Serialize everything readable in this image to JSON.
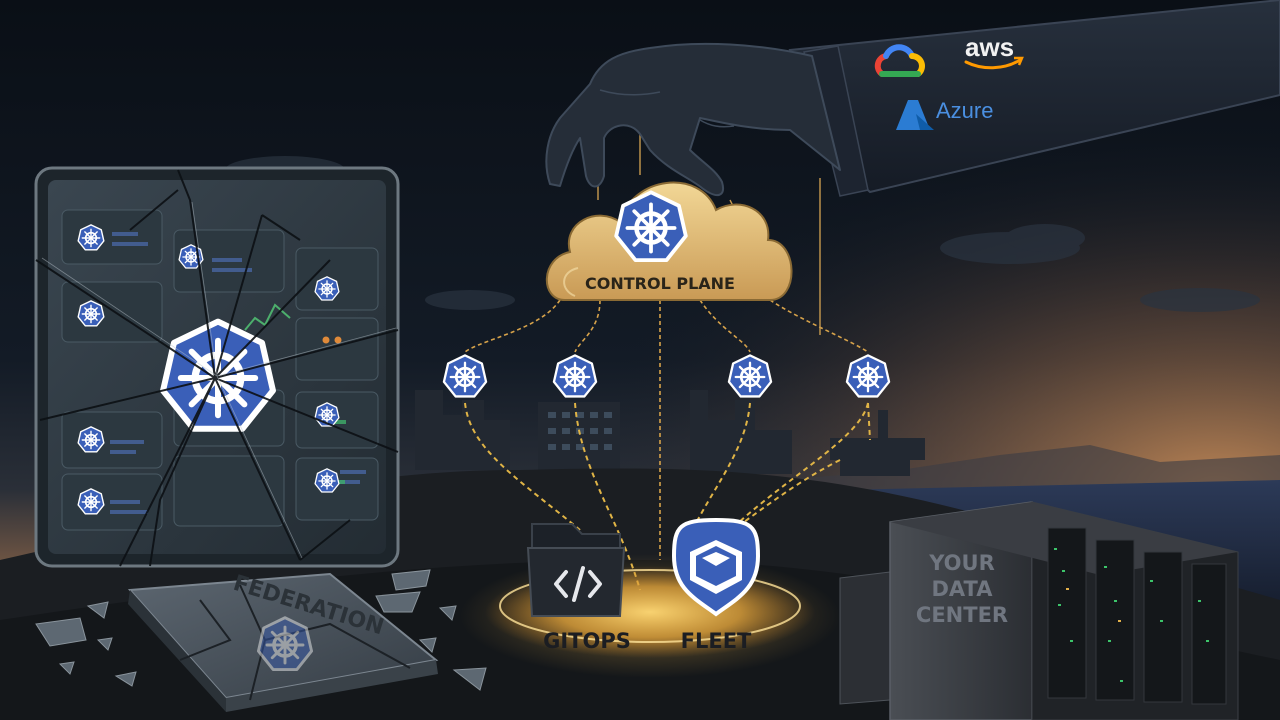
{
  "control_plane": {
    "label": "CONTROL PLANE"
  },
  "hub": {
    "gitops_label": "GITOPS",
    "fleet_label": "FLEET"
  },
  "tablet": {
    "label": "FEDERATION"
  },
  "datacenter": {
    "line1": "YOUR",
    "line2": "DATA",
    "line3": "CENTER"
  },
  "cloud_providers": {
    "aws": "aws",
    "azure": "Azure"
  },
  "colors": {
    "k8s_blue": "#3a5fb8",
    "gold": "#e8b84c",
    "cloud": "#e6c27c",
    "night": "#0c1118",
    "dusk": "#c98a4a"
  },
  "icons": [
    "kubernetes-helm-icon",
    "code-brackets-icon",
    "fleet-cube-icon",
    "google-cloud-icon",
    "aws-logo",
    "azure-logo"
  ]
}
